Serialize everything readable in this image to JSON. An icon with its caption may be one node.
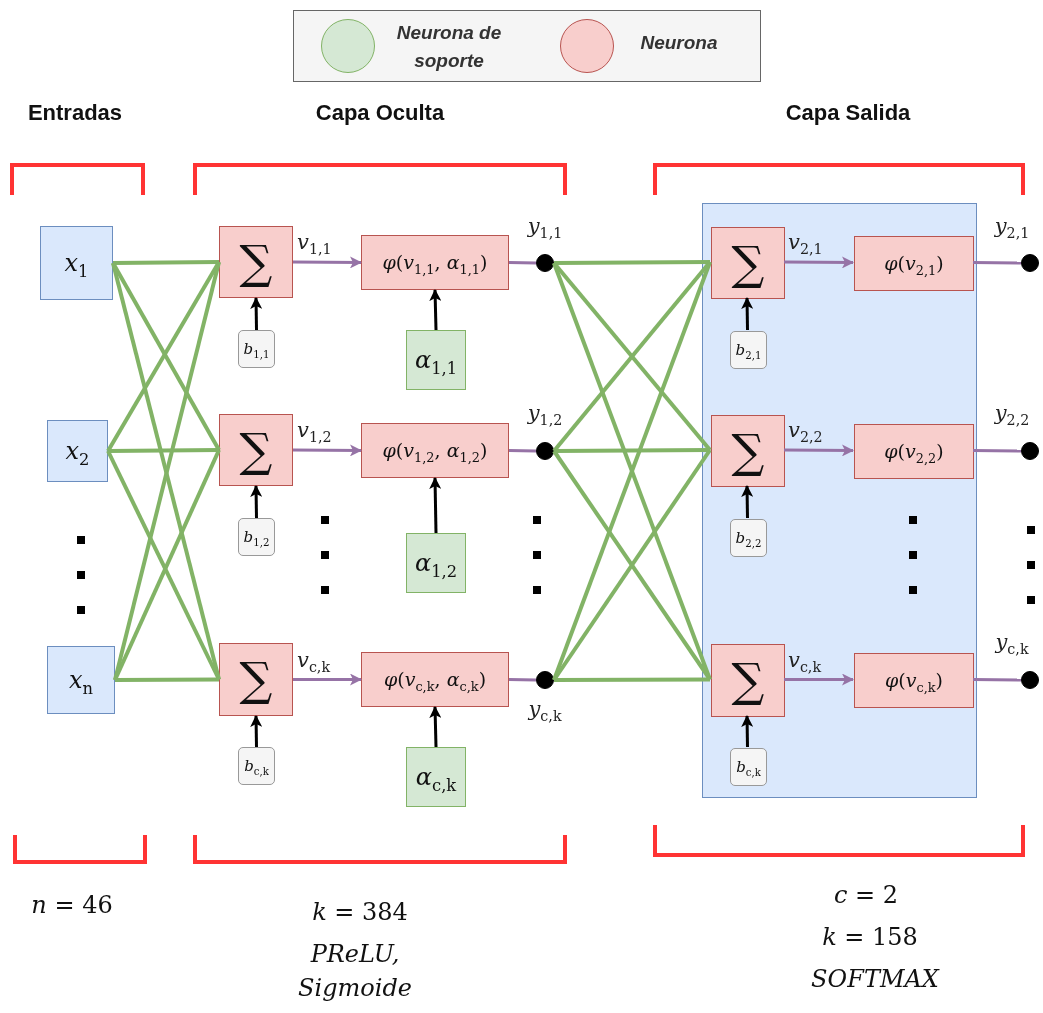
{
  "diagram": {
    "nodes": [
      {
        "text": [
          "*x*$_{1}$"
        ]
      },
      {
        "text": [
          "*x*$_{2}$"
        ]
      },
      {
        "text": [
          "*x*$_{n}$"
        ]
      },
      {
        "text": [
          "∑"
        ]
      },
      {
        "text": [
          "*φ*(*v*$_{1,1}$, *α*$_{1,1}$)"
        ]
      },
      {
        "text": [],
        "shape": "circle",
        "beside": [
          "*y*$_{1,1}$"
        ]
      },
      {
        "text": [
          "*b*$_{1,1}$"
        ]
      },
      {
        "text": [
          "*α*$_{1,1}$"
        ]
      },
      {
        "text": [
          "∑"
        ]
      },
      {
        "text": [
          "*φ*(*v*$_{1,2}$, *α*$_{1,2}$)"
        ]
      },
      {
        "text": [],
        "shape": "circle",
        "beside": [
          "*y*$_{1,2}$"
        ]
      },
      {
        "text": [
          "*b*$_{1,2}$"
        ]
      },
      {
        "text": [
          "*α*$_{1,2}$"
        ]
      },
      {
        "text": [
          "∑"
        ]
      },
      {
        "text": [
          "*φ*(*v*$_{c,k}$, *α*$_{c,k}$)"
        ]
      },
      {
        "text": [],
        "shape": "circle",
        "beside": [
          "*y*$_{c,k}$"
        ]
      },
      {
        "text": [
          "*b*$_{c,k}$"
        ]
      },
      {
        "text": [
          "*α*$_{c,k}$"
        ]
      },
      {
        "text": [],
        "shape": "box"
      },
      {
        "text": [
          "∑"
        ],
        "in": 18
      },
      {
        "text": [
          "*φ*(*v*$_{2,1}$)"
        ],
        "in": 18
      },
      {
        "text": [
          "*b*$_{2,1}$"
        ],
        "in": 18
      },
      {
        "text": [],
        "shape": "circle",
        "beside": [
          "*y*$_{2,1}$"
        ]
      },
      {
        "text": [
          "∑"
        ],
        "in": 18
      },
      {
        "text": [
          "*φ*(*v*$_{2,2}$)"
        ],
        "in": 18
      },
      {
        "text": [
          "*b*$_{2,2}$"
        ],
        "in": 18
      },
      {
        "text": [],
        "shape": "circle",
        "beside": [
          "*y*$_{2,2}$"
        ]
      },
      {
        "text": [
          "∑"
        ],
        "in": 18
      },
      {
        "text": [
          "*φ*(*v*$_{c,k}$)"
        ],
        "in": 18
      },
      {
        "text": [
          "*b*$_{c,k}$"
        ],
        "in": 18
      },
      {
        "text": [],
        "shape": "circle",
        "beside": [
          "*y*$_{c,k}$"
        ]
      }
    ],
    "edges": [
      {
        "from": 0,
        "to": 3,
        "arrow": "none"
      },
      {
        "from": 0,
        "to": 8,
        "arrow": "none"
      },
      {
        "from": 0,
        "to": 13,
        "arrow": "none"
      },
      {
        "from": 1,
        "to": 3,
        "arrow": "none"
      },
      {
        "from": 1,
        "to": 8,
        "arrow": "none"
      },
      {
        "from": 1,
        "to": 13,
        "arrow": "none"
      },
      {
        "from": 2,
        "to": 3,
        "arrow": "none"
      },
      {
        "from": 2,
        "to": 8,
        "arrow": "none"
      },
      {
        "from": 2,
        "to": 13,
        "arrow": "none"
      },
      {
        "from": 3,
        "to": 4,
        "arrow": "to",
        "label": "*v*$_{1,1}$",
        "color": "#9673a6"
      },
      {
        "from": 4,
        "to": 5,
        "arrow": "none",
        "color": "#9673a6"
      },
      {
        "from": 6,
        "to": 3,
        "arrow": "to",
        "color": "#000000"
      },
      {
        "from": 7,
        "to": 4,
        "arrow": "to",
        "color": "#000000"
      },
      {
        "from": 8,
        "to": 9,
        "arrow": "to",
        "label": "*v*$_{1,2}$",
        "color": "#9673a6"
      },
      {
        "from": 9,
        "to": 10,
        "arrow": "none",
        "color": "#9673a6"
      },
      {
        "from": 11,
        "to": 8,
        "arrow": "to",
        "color": "#000000"
      },
      {
        "from": 12,
        "to": 9,
        "arrow": "to",
        "color": "#000000"
      },
      {
        "from": 13,
        "to": 14,
        "arrow": "to",
        "label": "*v*$_{c,k}$",
        "color": "#9673a6"
      },
      {
        "from": 14,
        "to": 15,
        "arrow": "none",
        "color": "#9673a6"
      },
      {
        "from": 16,
        "to": 13,
        "arrow": "to",
        "color": "#000000"
      },
      {
        "from": 17,
        "to": 14,
        "arrow": "to",
        "color": "#000000"
      },
      {
        "from": 5,
        "to": 19,
        "arrow": "none"
      },
      {
        "from": 5,
        "to": 23,
        "arrow": "none"
      },
      {
        "from": 5,
        "to": 27,
        "arrow": "none"
      },
      {
        "from": 10,
        "to": 19,
        "arrow": "none"
      },
      {
        "from": 10,
        "to": 23,
        "arrow": "none"
      },
      {
        "from": 10,
        "to": 27,
        "arrow": "none"
      },
      {
        "from": 15,
        "to": 19,
        "arrow": "none"
      },
      {
        "from": 15,
        "to": 23,
        "arrow": "none"
      },
      {
        "from": 15,
        "to": 27,
        "arrow": "none"
      },
      {
        "from": 19,
        "to": 20,
        "arrow": "to",
        "label": "*v*$_{2,1}$",
        "color": "#9673a6"
      },
      {
        "from": 20,
        "to": 22,
        "arrow": "none",
        "color": "#9673a6"
      },
      {
        "from": 21,
        "to": 19,
        "arrow": "to",
        "color": "#000000"
      },
      {
        "from": 23,
        "to": 24,
        "arrow": "to",
        "label": "*v*$_{2,2}$",
        "color": "#9673a6"
      },
      {
        "from": 24,
        "to": 26,
        "arrow": "none",
        "color": "#9673a6"
      },
      {
        "from": 25,
        "to": 23,
        "arrow": "to",
        "color": "#000000"
      },
      {
        "from": 27,
        "to": 28,
        "arrow": "to",
        "label": "*v*$_{c,k}$",
        "color": "#9673a6"
      },
      {
        "from": 28,
        "to": 30,
        "arrow": "none",
        "color": "#9673a6"
      },
      {
        "from": 29,
        "to": 27,
        "arrow": "to",
        "color": "#000000"
      }
    ],
    "labels": [
      "Entradas",
      "Capa Oculta",
      "Capa Salida",
      "*n* = 46",
      "*k* = 384",
      "PReLU, Sigmoide",
      "*c* = 2",
      "*k* = 158",
      "SOFTMAX"
    ],
    "legend": [
      {
        "text": "Neurona de soporte",
        "color": "#d5e8d4"
      },
      {
        "text": "Neurona",
        "color": "#f8cecc"
      }
    ]
  }
}
